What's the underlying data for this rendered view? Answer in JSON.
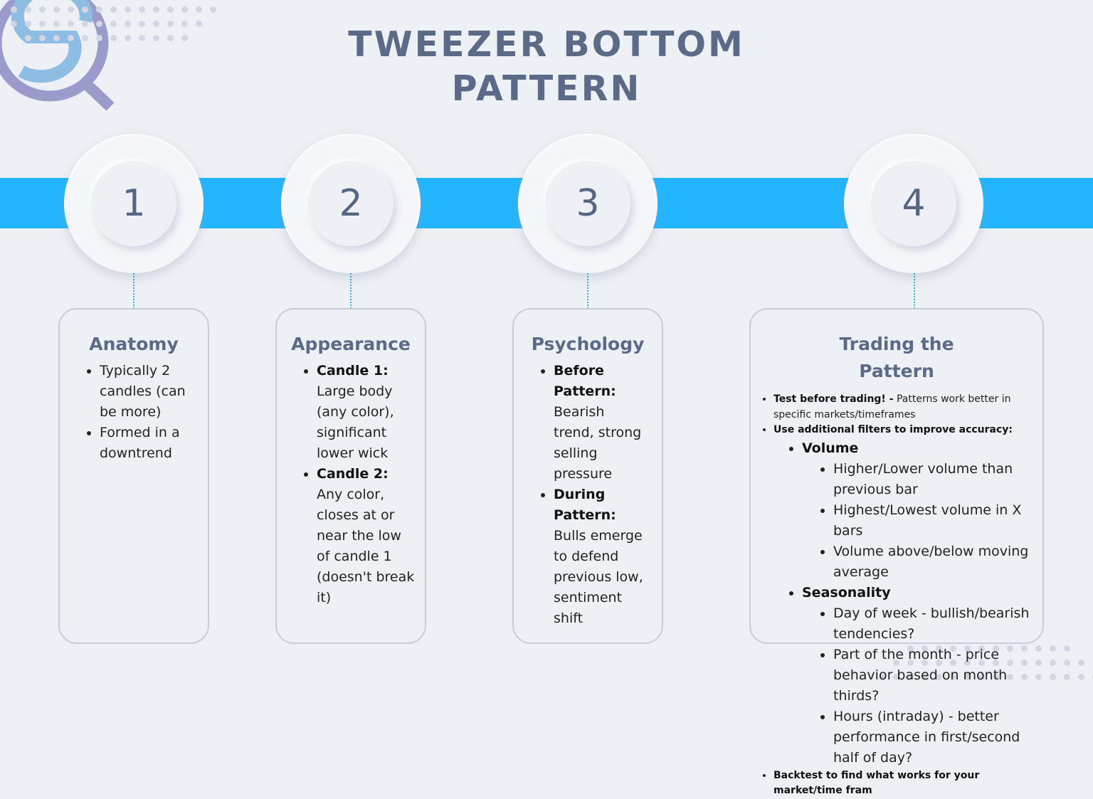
{
  "title": {
    "line1": "TWEEZER BOTTOM",
    "line2": "PATTERN"
  },
  "logo": {
    "icon": "sq-magnifier-logo",
    "colors": {
      "ring": "#9b9bcb",
      "s": "#8ebde3"
    }
  },
  "band_color": "#22b5fd",
  "steps": [
    {
      "number": "1",
      "heading": "Anatomy",
      "bullets": [
        {
          "bold": "",
          "text": "Typically 2 candles (can be more)"
        },
        {
          "bold": "",
          "text": "Formed in a downtrend"
        }
      ]
    },
    {
      "number": "2",
      "heading": "Appearance",
      "bullets": [
        {
          "bold": "Candle 1:",
          "text": " Large body (any color), significant lower wick"
        },
        {
          "bold": "Candle 2:",
          "text": " Any color, closes at or near the low of candle 1 (doesn't break it)"
        }
      ]
    },
    {
      "number": "3",
      "heading": "Psychology",
      "bullets": [
        {
          "bold": "Before Pattern:",
          "text": " Bearish trend, strong selling pressure"
        },
        {
          "bold": "During Pattern:",
          "text": " Bulls emerge to defend previous low, sentiment shift"
        }
      ]
    },
    {
      "number": "4",
      "heading_line1": "Trading the",
      "heading_line2": "Pattern",
      "bullets": {
        "test_bold": "Test before trading! -",
        "test_text": " Patterns work better in specific markets/timeframes",
        "filters_bold": "Use additional filters to improve accuracy:",
        "volume_label": "Volume",
        "volume_items": [
          "Higher/Lower volume than previous bar",
          "Highest/Lowest volume in X bars",
          "Volume above/below moving average"
        ],
        "seasonality_label": "Seasonality",
        "seasonality_items": [
          "Day of week - bullish/bearish tendencies?",
          "Part of the month - price behavior based on month thirds?",
          "Hours (intraday) - better performance in first/second half of day?"
        ],
        "backtest_bold": "Backtest to find what works for your market/time fram"
      }
    }
  ]
}
